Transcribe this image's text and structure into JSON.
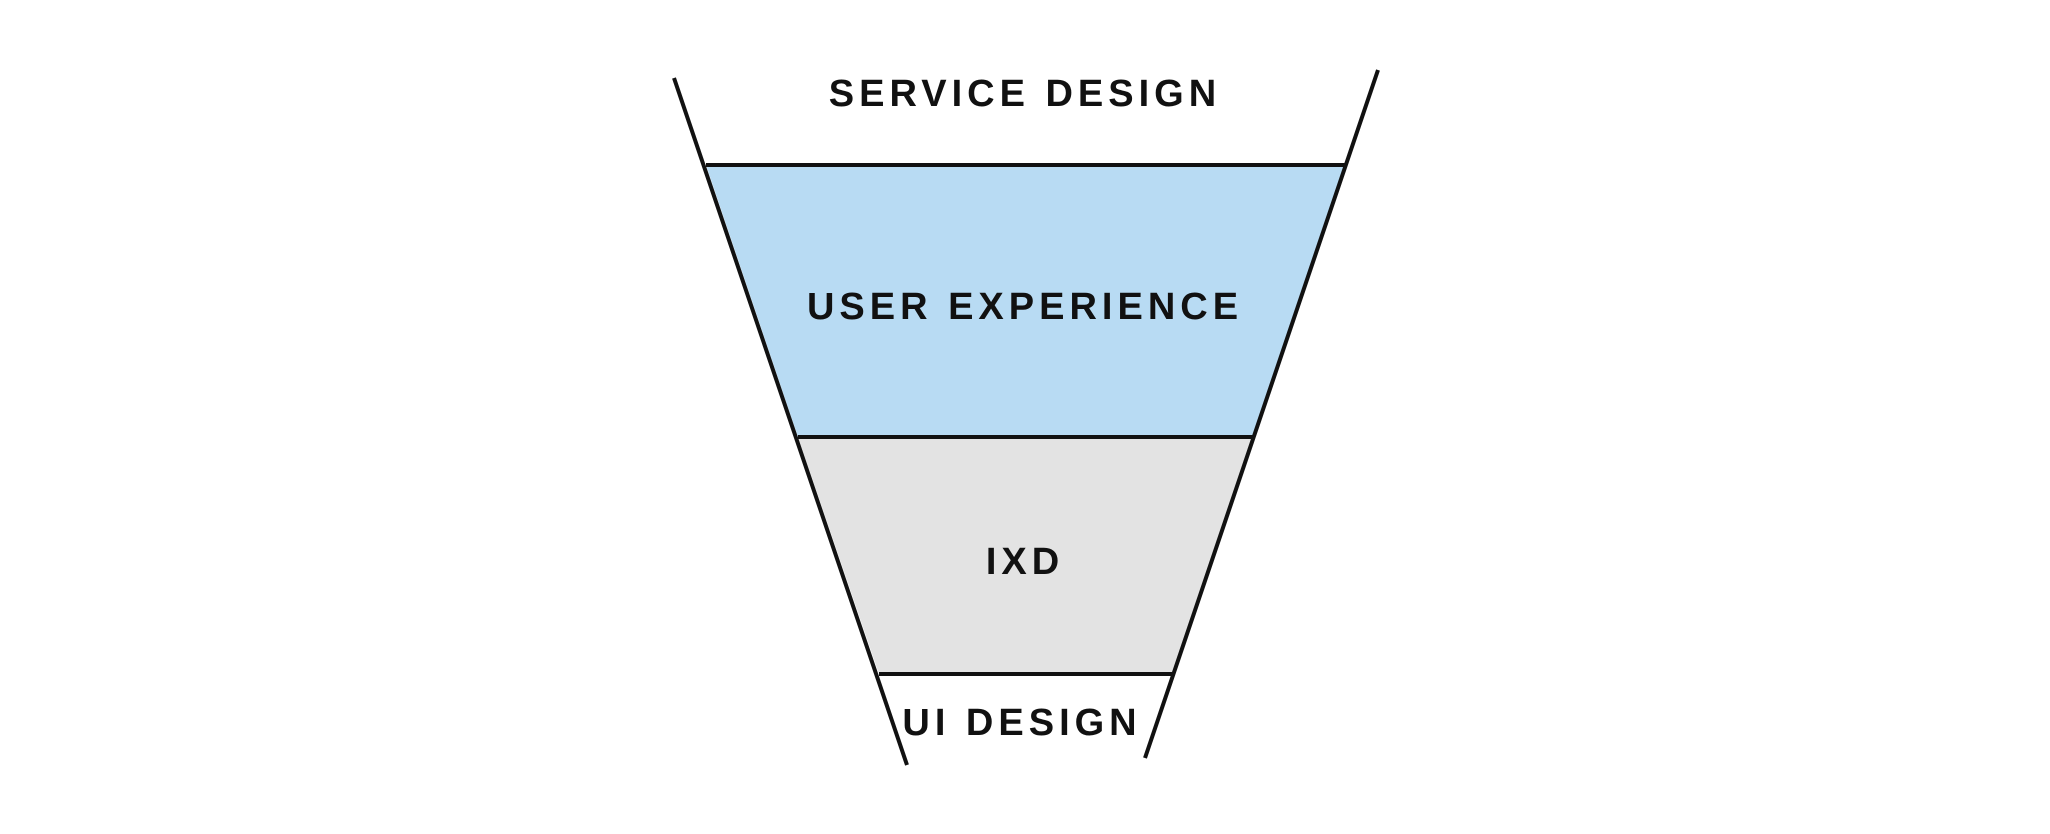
{
  "diagram": {
    "title": "",
    "layers": [
      {
        "id": "service-design",
        "label": "SERVICE DESIGN",
        "fill": "#ffffff"
      },
      {
        "id": "user-experience",
        "label": "USER EXPERIENCE",
        "fill": "#b8dbf3"
      },
      {
        "id": "ixd",
        "label": "IXD",
        "fill": "#e3e3e3"
      },
      {
        "id": "ui-design",
        "label": "UI DESIGN",
        "fill": "#ffffff"
      }
    ],
    "stroke_color": "#111111"
  }
}
